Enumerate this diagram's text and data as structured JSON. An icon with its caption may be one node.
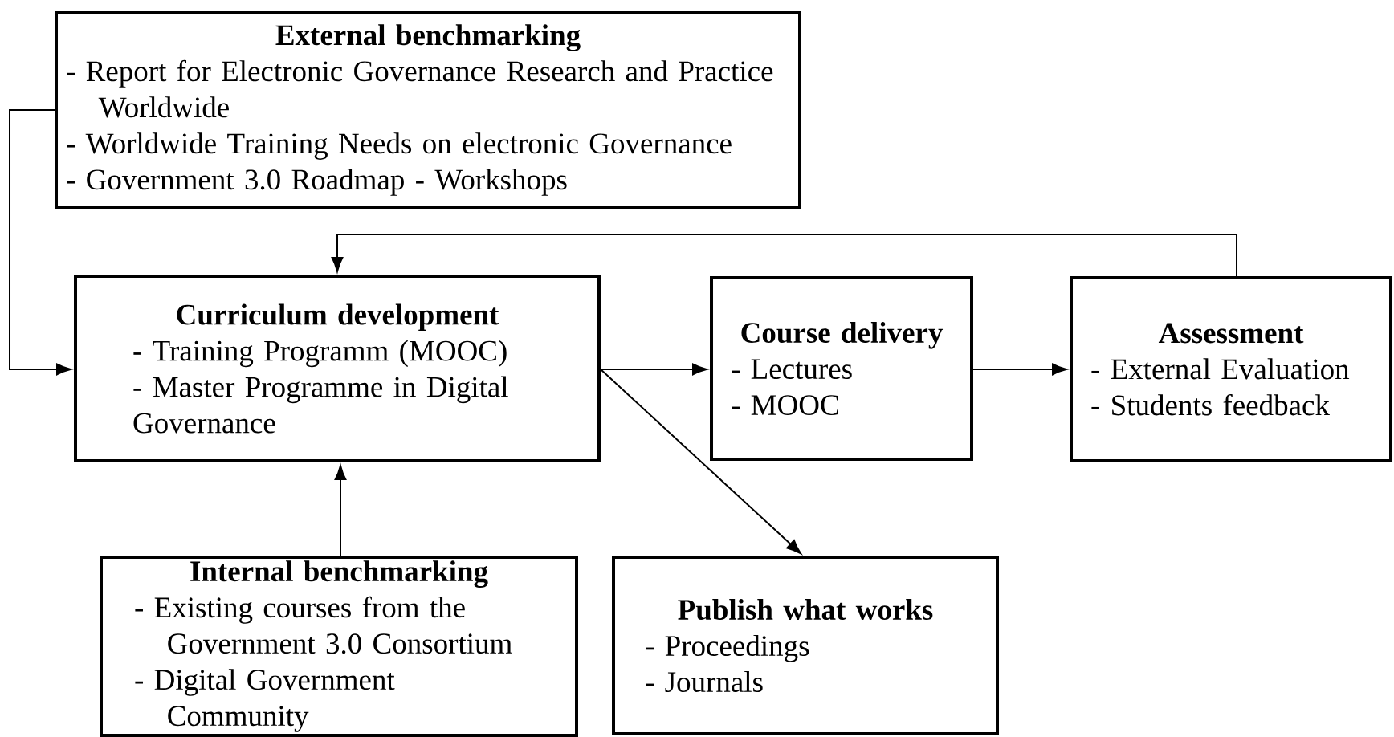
{
  "diagram": {
    "nodes": [
      {
        "text": [
          "External benchmarking",
          "- Report for Electronic Governance Research and Practice Worldwide",
          "- Worldwide Training Needs on electronic Governance",
          "- Government 3.0 Roadmap - Workshops"
        ]
      },
      {
        "text": [
          "Curriculum development",
          "- Training Programm (MOOC)",
          "- Master Programme in Digital Governance"
        ]
      },
      {
        "text": [
          "Course delivery",
          "- Lectures",
          "- MOOC"
        ]
      },
      {
        "text": [
          "Assessment",
          "- External Evaluation",
          "- Students feedback"
        ]
      },
      {
        "text": [
          "Internal benchmarking",
          "- Existing courses from the Government 3.0 Consortium",
          "- Digital Government Community"
        ]
      },
      {
        "text": [
          "Publish what works",
          "- Proceedings",
          "- Journals"
        ]
      }
    ],
    "edges": [
      {
        "from": 0,
        "to": 1,
        "arrow": "to"
      },
      {
        "from": 1,
        "to": 2,
        "arrow": "to"
      },
      {
        "from": 2,
        "to": 3,
        "arrow": "to"
      },
      {
        "from": 3,
        "to": 1,
        "arrow": "to"
      },
      {
        "from": 4,
        "to": 1,
        "arrow": "to"
      },
      {
        "from": 1,
        "to": 5,
        "arrow": "to"
      }
    ]
  }
}
